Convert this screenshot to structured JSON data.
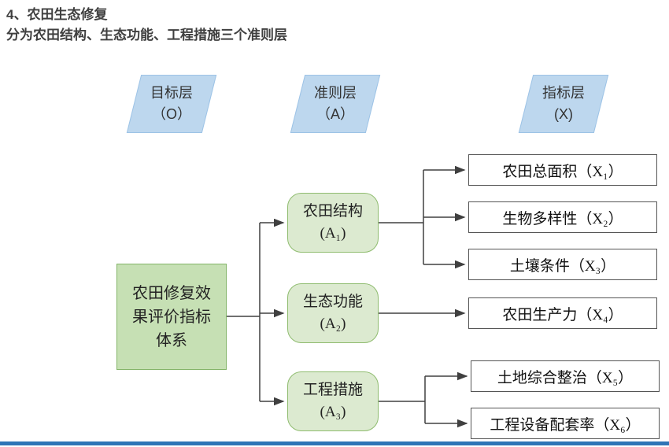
{
  "title": "4、农田生态修复",
  "subtitle": "分为农田结构、生态功能、工程措施三个准则层",
  "colors": {
    "header_fill": "#bdd7ee",
    "header_border": "#9dc3e6",
    "goal_fill": "#c6e0b4",
    "goal_border": "#84b569",
    "criteria_fill": "#dcead0",
    "criteria_border": "#8fbc6f",
    "indicator_border": "#555555",
    "connector": "#404040",
    "bottom_bar": "#2e75b6",
    "title_text": "#3f3f3f"
  },
  "layers": [
    {
      "line1": "目标层",
      "line2": "（O）"
    },
    {
      "line1": "准则层",
      "line2": "（A）"
    },
    {
      "line1": "指标层",
      "line2": "(X)"
    }
  ],
  "goal": {
    "label": "农田修复效果评价指标体系"
  },
  "criteria": [
    {
      "line1": "农田结构",
      "line2": "(A₁)"
    },
    {
      "line1": "生态功能",
      "line2": "(A₂)"
    },
    {
      "line1": "工程措施",
      "line2": "(A₃)"
    }
  ],
  "indicators": [
    {
      "label": "农田总面积（X₁）"
    },
    {
      "label": "生物多样性（X₂）"
    },
    {
      "label": "土壤条件（X₃）"
    },
    {
      "label": "农田生产力（X₄）"
    },
    {
      "label": "土地综合整治（X₅）"
    },
    {
      "label": "工程设备配套率（X₆）"
    }
  ]
}
